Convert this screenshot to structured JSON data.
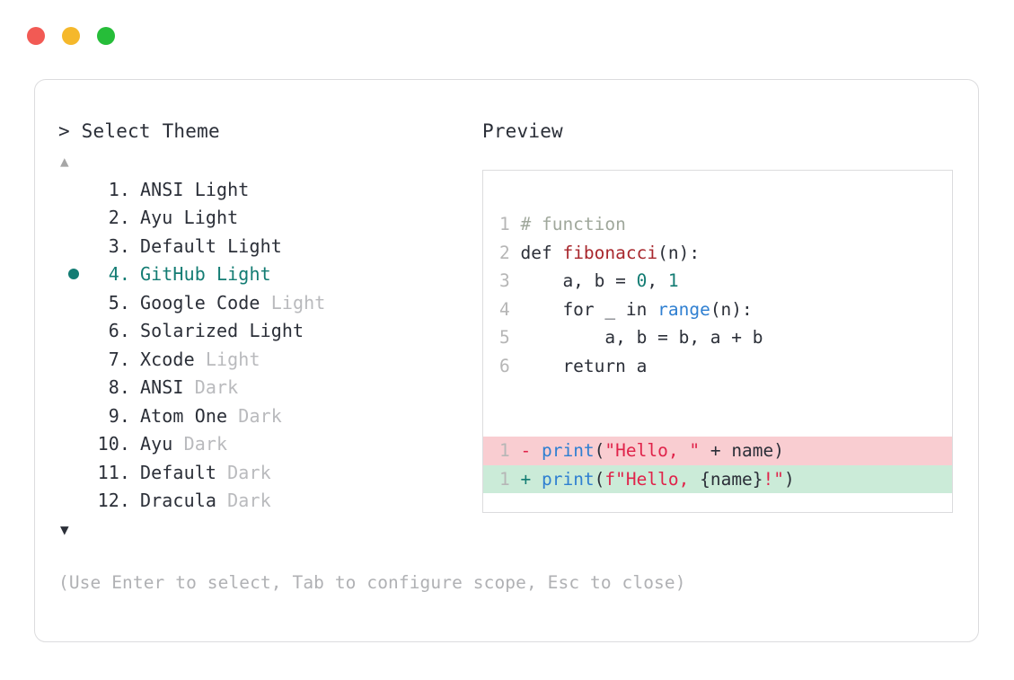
{
  "window": {
    "traffic_lights": [
      {
        "name": "close",
        "color": "#f25a54"
      },
      {
        "name": "minimize",
        "color": "#f5b82b"
      },
      {
        "name": "maximize",
        "color": "#26bd39"
      }
    ]
  },
  "prompt": {
    "title": "> Select Theme",
    "scroll_up_icon": "▲",
    "scroll_down_icon": "▼",
    "selected_index": 4,
    "selected_bullet": "●"
  },
  "themes": [
    {
      "index": "1.",
      "name": "ANSI",
      "variant": "Light",
      "variant_muted": false,
      "selected": false
    },
    {
      "index": "2.",
      "name": "Ayu",
      "variant": "Light",
      "variant_muted": false,
      "selected": false
    },
    {
      "index": "3.",
      "name": "Default",
      "variant": "Light",
      "variant_muted": false,
      "selected": false
    },
    {
      "index": "4.",
      "name": "GitHub",
      "variant": "Light",
      "variant_muted": false,
      "selected": true
    },
    {
      "index": "5.",
      "name": "Google Code",
      "variant": "Light",
      "variant_muted": true,
      "selected": false
    },
    {
      "index": "6.",
      "name": "Solarized",
      "variant": "Light",
      "variant_muted": false,
      "selected": false
    },
    {
      "index": "7.",
      "name": "Xcode",
      "variant": "Light",
      "variant_muted": true,
      "selected": false
    },
    {
      "index": "8.",
      "name": "ANSI",
      "variant": "Dark",
      "variant_muted": true,
      "selected": false
    },
    {
      "index": "9.",
      "name": "Atom One",
      "variant": "Dark",
      "variant_muted": true,
      "selected": false
    },
    {
      "index": "10.",
      "name": "Ayu",
      "variant": "Dark",
      "variant_muted": true,
      "selected": false
    },
    {
      "index": "11.",
      "name": "Default",
      "variant": "Dark",
      "variant_muted": true,
      "selected": false
    },
    {
      "index": "12.",
      "name": "Dracula",
      "variant": "Dark",
      "variant_muted": true,
      "selected": false
    }
  ],
  "preview": {
    "label": "Preview",
    "code_lines": [
      {
        "ln": "1",
        "tokens": [
          {
            "t": "# function",
            "c": "comment"
          }
        ]
      },
      {
        "ln": "2",
        "tokens": [
          {
            "t": "def ",
            "c": "kw"
          },
          {
            "t": "fibonacci",
            "c": "fn"
          },
          {
            "t": "(n):",
            "c": "plain"
          }
        ]
      },
      {
        "ln": "3",
        "tokens": [
          {
            "t": "    a, b = ",
            "c": "plain"
          },
          {
            "t": "0",
            "c": "num"
          },
          {
            "t": ", ",
            "c": "plain"
          },
          {
            "t": "1",
            "c": "num"
          }
        ]
      },
      {
        "ln": "4",
        "tokens": [
          {
            "t": "    for _ in ",
            "c": "plain"
          },
          {
            "t": "range",
            "c": "builtin"
          },
          {
            "t": "(n):",
            "c": "plain"
          }
        ]
      },
      {
        "ln": "5",
        "tokens": [
          {
            "t": "        a, b = b, a + b",
            "c": "plain"
          }
        ]
      },
      {
        "ln": "6",
        "tokens": [
          {
            "t": "    return a",
            "c": "plain"
          }
        ]
      }
    ],
    "diff_lines": [
      {
        "ln": "1",
        "kind": "del",
        "marker": "-",
        "tokens": [
          {
            "t": "print",
            "c": "call"
          },
          {
            "t": "(",
            "c": "plain"
          },
          {
            "t": "\"Hello, \"",
            "c": "str"
          },
          {
            "t": " + name)",
            "c": "plain"
          }
        ]
      },
      {
        "ln": "1",
        "kind": "add",
        "marker": "+",
        "tokens": [
          {
            "t": "print",
            "c": "call"
          },
          {
            "t": "(",
            "c": "plain"
          },
          {
            "t": "f\"Hello, ",
            "c": "str"
          },
          {
            "t": "{name}",
            "c": "plain"
          },
          {
            "t": "!\"",
            "c": "str"
          },
          {
            "t": ")",
            "c": "plain"
          }
        ]
      }
    ]
  },
  "hint": "(Use Enter to select, Tab to configure scope, Esc to close)",
  "colors": {
    "accent": "#137c73",
    "muted": "#b9babd",
    "text": "#2b2f38",
    "diff_del_bg": "#f9cdd1",
    "diff_add_bg": "#cbebd8",
    "border": "#dcdcde"
  }
}
